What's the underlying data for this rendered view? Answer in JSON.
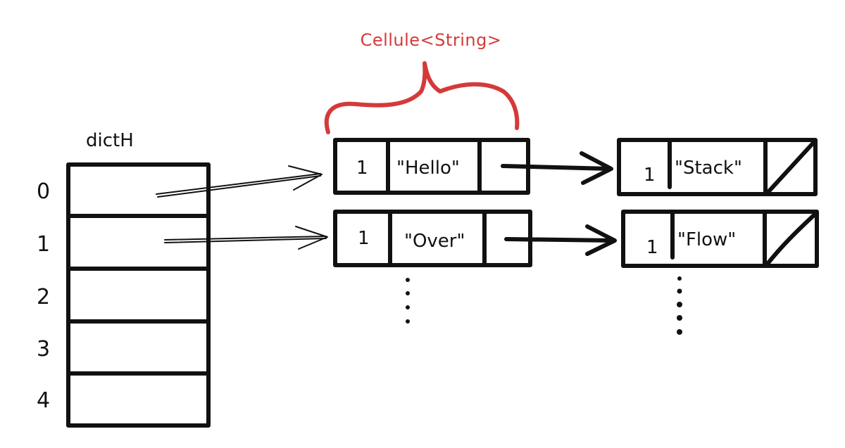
{
  "colors": {
    "ink": "#111111",
    "accent": "#d43a3a",
    "background": "#ffffff"
  },
  "brace_label": "Cellule<String>",
  "array": {
    "name": "dictH",
    "indices": [
      "0",
      "1",
      "2",
      "3",
      "4"
    ]
  },
  "rows": [
    {
      "cells": [
        {
          "count": "1",
          "value": "\"Hello\""
        },
        {
          "count": "1",
          "value": "\"Stack\""
        }
      ]
    },
    {
      "cells": [
        {
          "count": "1",
          "value": "\"Over\""
        },
        {
          "count": "1",
          "value": "\"Flow\""
        }
      ]
    }
  ]
}
